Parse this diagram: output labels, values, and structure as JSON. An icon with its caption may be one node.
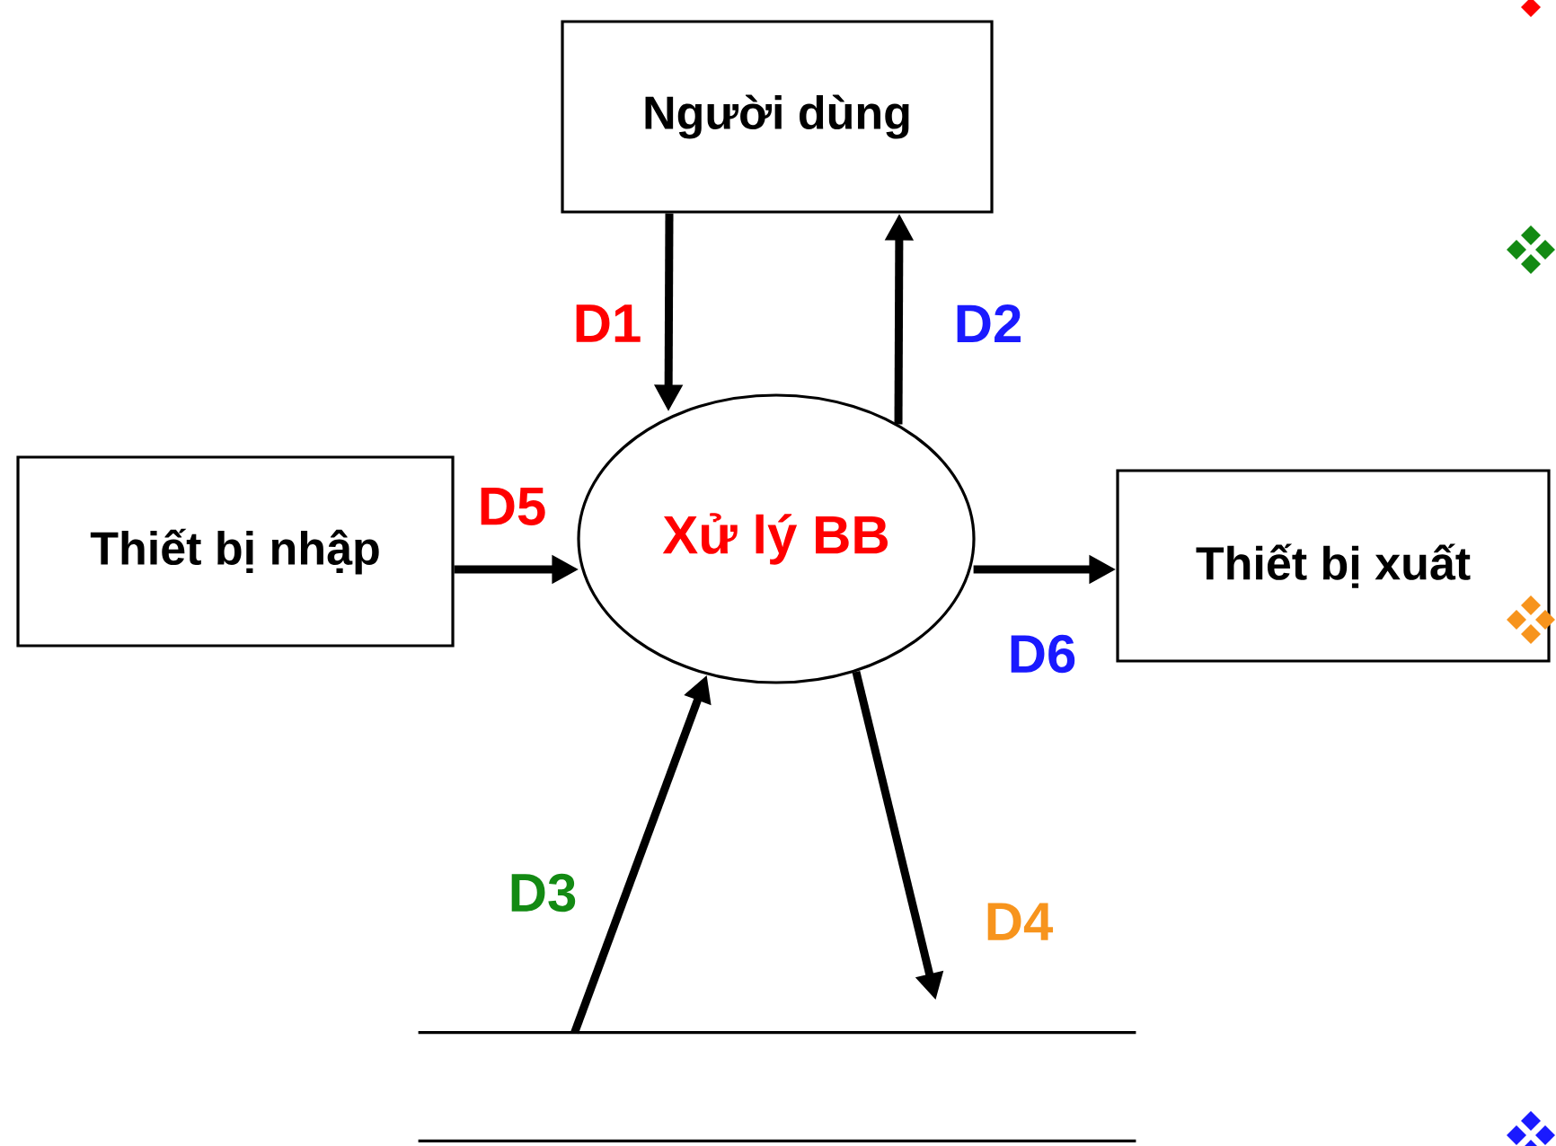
{
  "diagram": {
    "nodes": [
      {
        "text": [
          "Người dùng"
        ]
      },
      {
        "text": [
          "Thiết bị nhập"
        ]
      },
      {
        "text": [
          "Xử lý BB"
        ]
      },
      {
        "text": [
          "Thiết bị xuất"
        ]
      },
      {
        "text": [],
        "shape": "datastore"
      }
    ],
    "edges": [
      {
        "from": 0,
        "to": 2,
        "arrow": "to",
        "label": "D1"
      },
      {
        "from": 2,
        "to": 0,
        "arrow": "to",
        "label": "D2"
      },
      {
        "from": 4,
        "to": 2,
        "arrow": "to",
        "label": "D3"
      },
      {
        "from": 2,
        "to": 4,
        "arrow": "to",
        "label": "D4"
      },
      {
        "from": 1,
        "to": 2,
        "arrow": "to",
        "label": "D5"
      },
      {
        "from": 2,
        "to": 3,
        "arrow": "to",
        "label": "D6"
      }
    ]
  }
}
